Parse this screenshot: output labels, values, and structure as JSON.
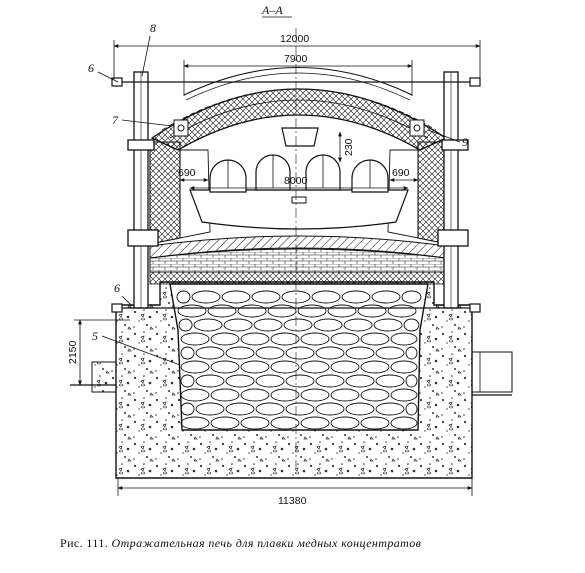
{
  "section_label": "А–А",
  "dimensions": {
    "overall_width": "12000",
    "roof_span": "7900",
    "inner_width": "8000",
    "side_left": "690",
    "side_right": "690",
    "arch_rise": "230",
    "depth": "2150",
    "foundation_width": "11380"
  },
  "callouts": {
    "c8": "8",
    "c6_top": "6",
    "c7": "7",
    "c9": "9",
    "c6_bottom": "6",
    "c5": "5"
  },
  "caption": {
    "number": "Рис. 111.",
    "text": "Отражательная печь для плавки медных концентратов"
  },
  "colors": {
    "ink": "#111111",
    "paper": "#ffffff",
    "concrete_dot": "#333333"
  }
}
